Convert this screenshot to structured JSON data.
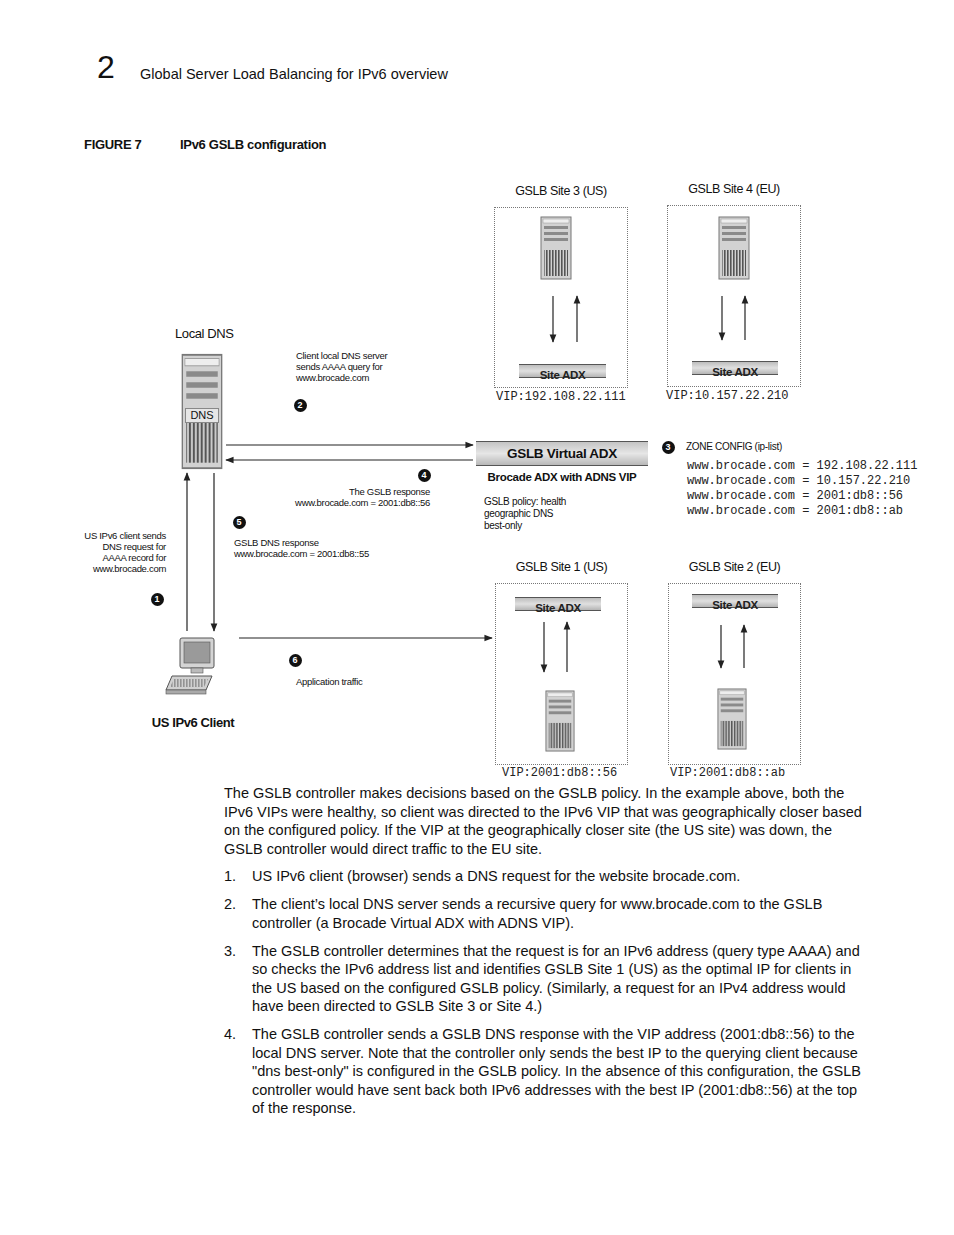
{
  "diagram": {
    "caption": "IPv6 GSLB configuration",
    "nodes": [
      {
        "text": [
          "GSLB Site 3 (US)"
        ]
      },
      {
        "text": [
          "Site ADX"
        ],
        "in": 0
      },
      {
        "text": [
          "GSLB Site 4 (EU)"
        ]
      },
      {
        "text": [
          "Site ADX"
        ],
        "in": 2
      },
      {
        "text": [
          "Local DNS",
          "DNS"
        ]
      },
      {
        "text": [
          "GSLB Virtual ADX",
          "Brocade ADX with ADNS VIP"
        ]
      },
      {
        "text": [
          "GSLB Site 1 (US)"
        ]
      },
      {
        "text": [
          "Site ADX"
        ],
        "in": 6
      },
      {
        "text": [
          "GSLB Site 2 (EU)"
        ]
      },
      {
        "text": [
          "Site ADX"
        ],
        "in": 8
      },
      {
        "text": [
          "US IPv6 Client"
        ]
      }
    ],
    "edges": [
      {
        "from": 4,
        "to": 5,
        "arrow": "to",
        "label": "Client local DNS server sends AAAA query for www.brocade.com"
      },
      {
        "from": 5,
        "to": 4,
        "arrow": "to",
        "label": "The GSLB response www.brocade.com = 2001:db8::56"
      },
      {
        "from": 10,
        "to": 4,
        "arrow": "to",
        "label": "US IPv6 client sends DNS request for AAAA record for www.brocade.com"
      },
      {
        "from": 4,
        "to": 10,
        "arrow": "to",
        "label": "GSLB DNS response www.brocade.com = 2001:db8::55"
      },
      {
        "from": 10,
        "to": 6,
        "arrow": "to",
        "label": "Application traffic"
      }
    ],
    "labels": [
      "2",
      "Global Server Load Balancing for IPv6 overview",
      "FIGURE 7",
      "VIP:192.108.22.111",
      "VIP:10.157.22.210",
      "2",
      "4",
      "3",
      "ZONE CONFIG (ip-list)",
      "www.brocade.com = 192.108.22.111",
      "www.brocade.com = 10.157.22.210",
      "www.brocade.com = 2001:db8::56",
      "www.brocade.com = 2001:db8::ab",
      "GSLB policy: health geographic DNS best-only",
      "5",
      "1",
      "6",
      "VIP:2001:db8::56",
      "VIP:2001:db8::ab",
      "The GSLB controller makes decisions based on the GSLB policy. In the example above, both the IPv6 VIPs were healthy, so client was directed to the IPv6 VIP that was geographically closer based on the configured policy. If the VIP at the geographically closer site (the US site) was down, the GSLB controller would direct traffic to the EU site.",
      "1.",
      "US IPv6 client (browser) sends a DNS request for the website brocade.com.",
      "2.",
      "The client’s local DNS server sends a recursive query for www.brocade.com to the GSLB controller (a Brocade Virtual ADX with ADNS VIP).",
      "3.",
      "The GSLB controller determines that the request is for an IPv6 address (query type AAAA) and so checks the IPv6 address list and identifies GSLB Site 1 (US) as the optimal IP for clients in the US based on the configured GSLB policy. (Similarly, a request for an IPv4 address would have been directed to GSLB Site 3 or Site 4.)",
      "4.",
      "The GSLB controller sends a GSLB DNS response with the VIP address (2001:db8::56) to the local DNS server. Note that the controller only sends the best IP to the querying client because \"dns best-only\" is configured in the GSLB policy. In the absence of this configuration, the GSLB controller would have sent back both IPv6 addresses with the best IP (2001:db8::56) at the top of the response."
    ]
  }
}
